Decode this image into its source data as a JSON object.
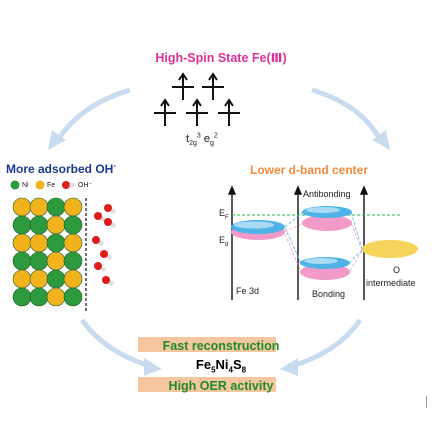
{
  "top_title": "High-Spin State Fe(Ⅲ)",
  "orbitals": {
    "t2g_base": "t",
    "t2g_sub": "2g",
    "t2g_sup": "3",
    "eg_base": "e",
    "eg_sub": "g",
    "eg_sup": "2"
  },
  "left_panel": {
    "title_main": "More adsorbed OH",
    "title_sup": "-",
    "legend": [
      {
        "label": "Ni",
        "color": "#2e9a3e"
      },
      {
        "label": "Fe",
        "color": "#f2b21b"
      },
      {
        "label": "OH⁻",
        "color": "#e01b1b"
      }
    ]
  },
  "right_panel": {
    "title": "Lower d-band center",
    "labels": {
      "antibonding": "Antibonding",
      "ef_base": "E",
      "ef_sub": "F",
      "ed_base": "E",
      "ed_sub": "d",
      "fe3d": "Fe 3d",
      "bonding": "Bonding",
      "o": "O",
      "intermediate": "intermediate"
    }
  },
  "bottom": {
    "line1": "Fast reconstruction",
    "formula": {
      "fe": "Fe",
      "fe_n": "5",
      "ni": "Ni",
      "ni_n": "4",
      "s": "S",
      "s_n": "8"
    },
    "line3": "High OER activity"
  },
  "colors": {
    "magenta": "#e0309a",
    "navy": "#1b3a8f",
    "orange": "#f08a3c",
    "green": "#1f8a2a",
    "ni": "#2e9a3e",
    "fe": "#f2b21b",
    "oh_red": "#e01b1b",
    "blue_band": "#4fb3e8",
    "pink_band": "#f29ac8",
    "o_band": "#f6d35a",
    "arrow": "#c9dcef"
  }
}
